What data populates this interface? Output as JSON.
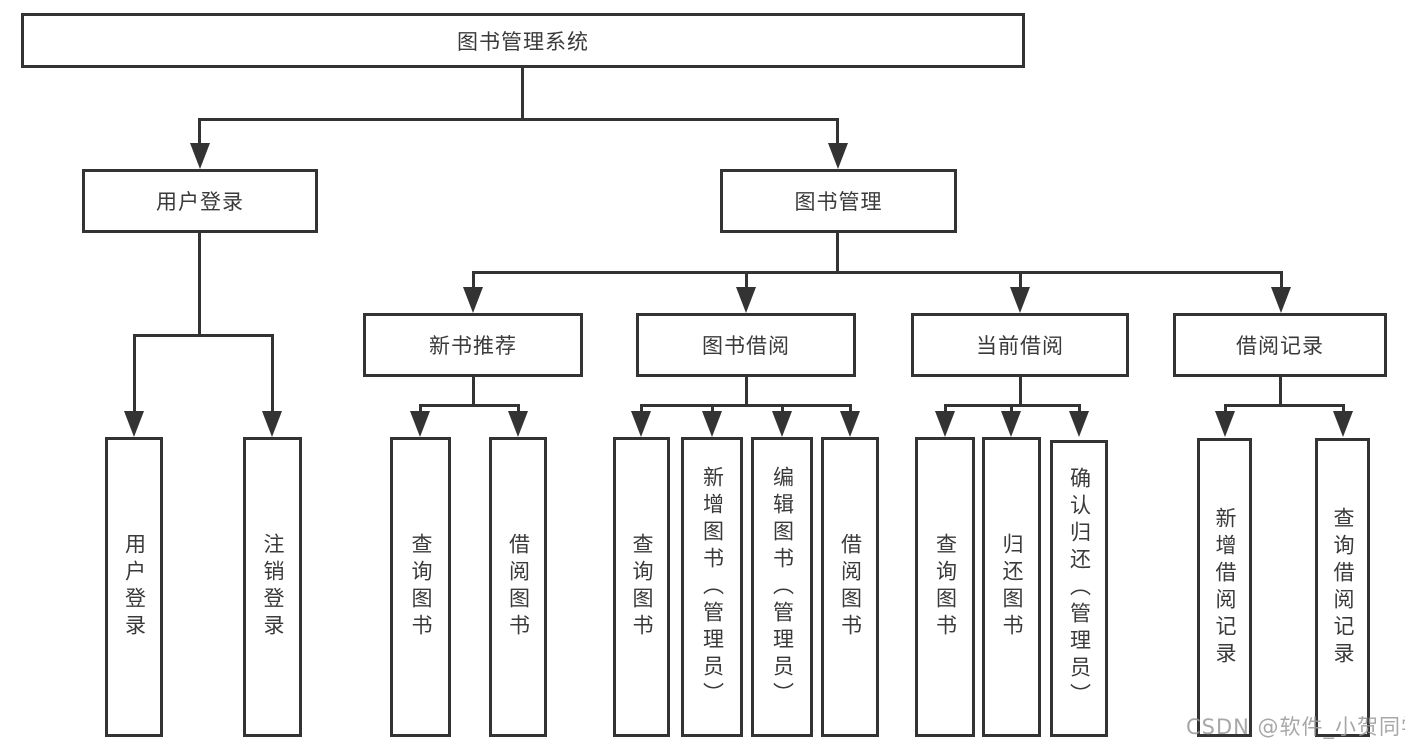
{
  "colors": {
    "line": "#333333",
    "text": "#3a3a3a",
    "background": "#ffffff",
    "watermark": "#9c9c9c"
  },
  "watermark": {
    "text": "CSDN @软件_小贺同学"
  },
  "tree": {
    "root": {
      "label": "图书管理系统"
    },
    "branches": [
      {
        "label": "用户登录",
        "children": [
          {
            "label": "用户登录"
          },
          {
            "label": "注销登录"
          }
        ]
      },
      {
        "label": "图书管理",
        "children": [
          {
            "label": "新书推荐",
            "children": [
              {
                "label": "查询图书"
              },
              {
                "label": "借阅图书"
              }
            ]
          },
          {
            "label": "图书借阅",
            "children": [
              {
                "label": "查询图书"
              },
              {
                "label": "新增图书（管理员）"
              },
              {
                "label": "编辑图书（管理员）"
              },
              {
                "label": "借阅图书"
              }
            ]
          },
          {
            "label": "当前借阅",
            "children": [
              {
                "label": "查询图书"
              },
              {
                "label": "归还图书"
              },
              {
                "label": "确认归还（管理员）"
              }
            ]
          },
          {
            "label": "借阅记录",
            "children": [
              {
                "label": "新增借阅记录"
              },
              {
                "label": "查询借阅记录"
              }
            ]
          }
        ]
      }
    ]
  }
}
